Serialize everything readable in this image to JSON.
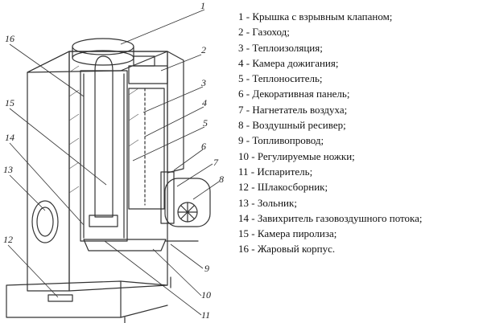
{
  "legend": [
    {
      "num": "1",
      "text": "Крышка с взрывным клапаном;"
    },
    {
      "num": "2",
      "text": "Газоход;"
    },
    {
      "num": "3",
      "text": "Теплоизоляция;"
    },
    {
      "num": "4",
      "text": "Камера дожигания;"
    },
    {
      "num": "5",
      "text": "Теплоноситель;"
    },
    {
      "num": "6",
      "text": "Декоративная панель;"
    },
    {
      "num": "7",
      "text": "Нагнетатель воздуха;"
    },
    {
      "num": "8",
      "text": "Воздушный ресивер;"
    },
    {
      "num": "9",
      "text": "Топливопровод;"
    },
    {
      "num": "10",
      "text": "Регулируемые ножки;"
    },
    {
      "num": "11",
      "text": "Испаритель;"
    },
    {
      "num": "12",
      "text": "Шлакосборник;"
    },
    {
      "num": "13",
      "text": "Зольник;"
    },
    {
      "num": "14",
      "text": "Завихритель газовоздушного потока;"
    },
    {
      "num": "15",
      "text": "Камера пиролиза;"
    },
    {
      "num": "16",
      "text": "Жаровый корпус."
    }
  ],
  "callouts": {
    "c1": "1",
    "c2": "2",
    "c3": "3",
    "c4": "4",
    "c5": "5",
    "c6": "6",
    "c7": "7",
    "c8": "8",
    "c9": "9",
    "c10": "10",
    "c11": "11",
    "c12": "12",
    "c13": "13",
    "c14": "14",
    "c15": "15",
    "c16": "16"
  }
}
